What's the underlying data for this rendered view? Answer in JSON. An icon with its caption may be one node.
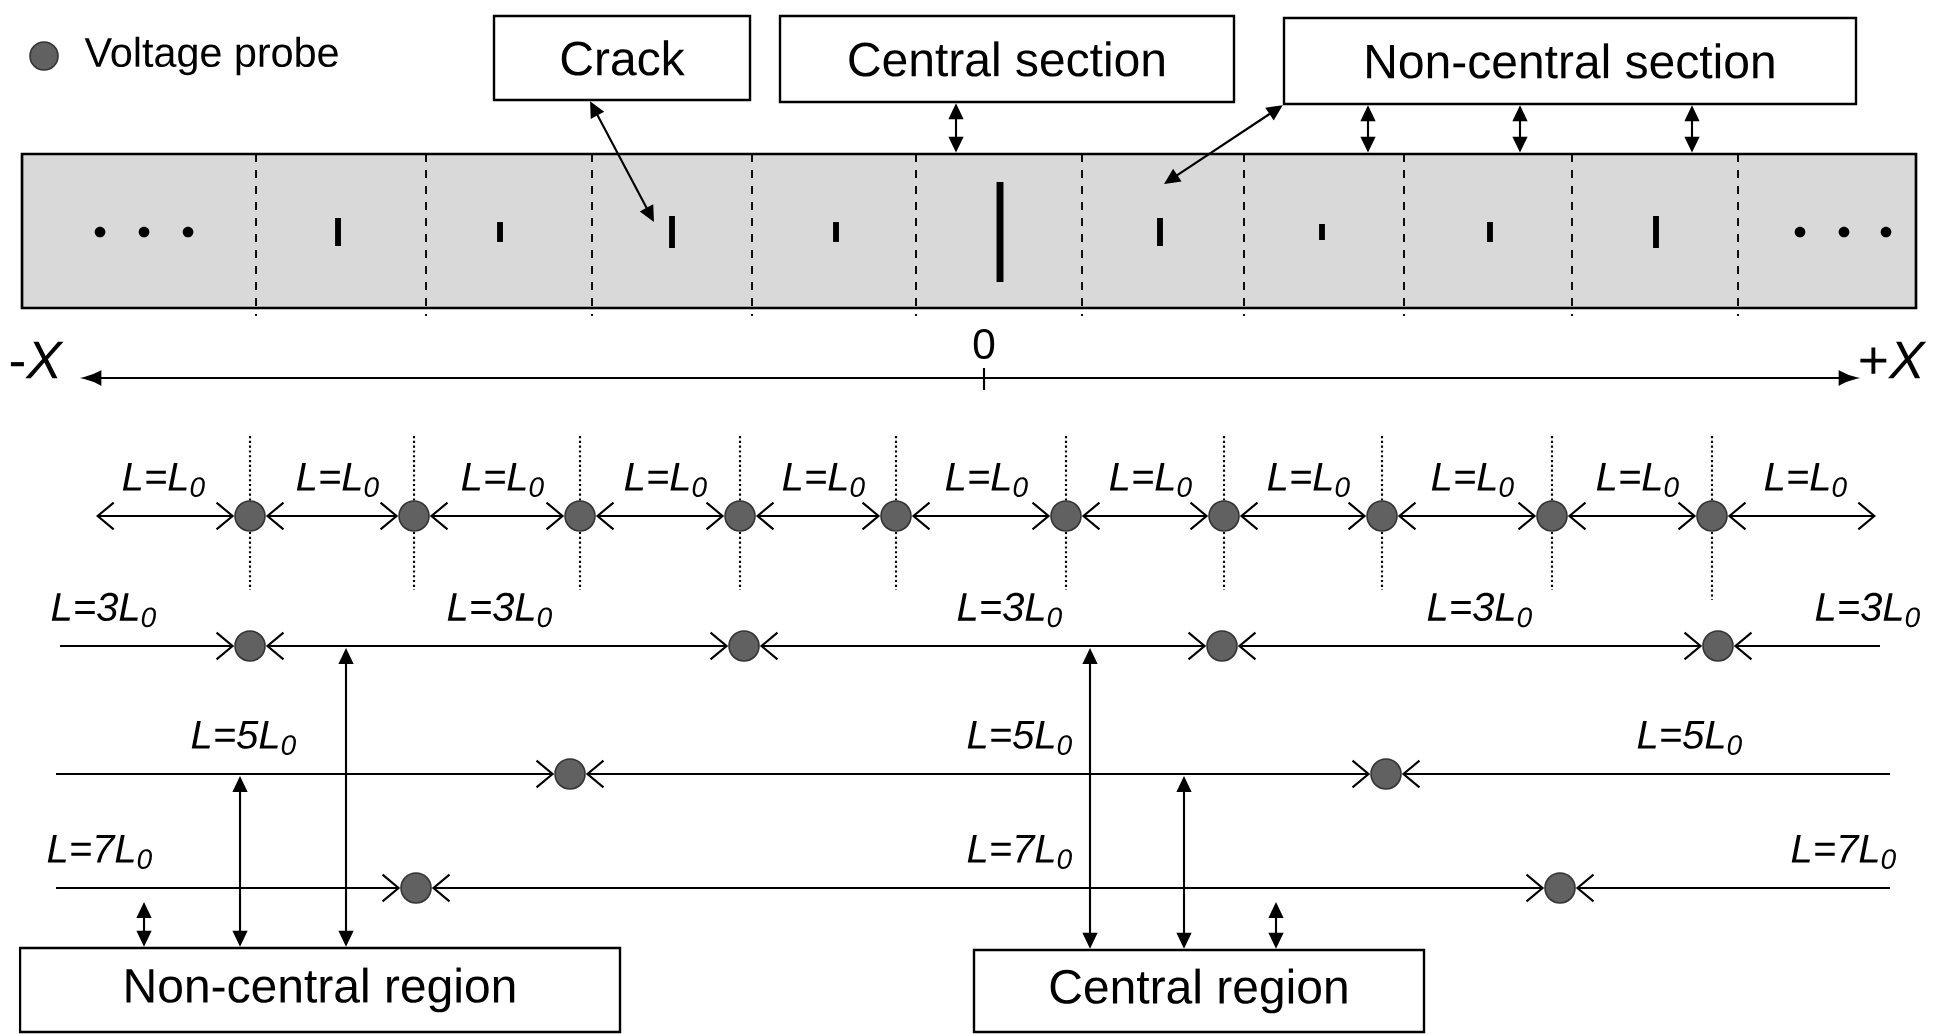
{
  "diagram": {
    "nodes": [
      {
        "text": [
          "Crack"
        ]
      },
      {
        "text": [
          "Central section"
        ]
      },
      {
        "text": [
          "Non-central section"
        ]
      },
      {
        "text": [],
        "shape": "bar"
      },
      {
        "text": [],
        "shape": "circle"
      },
      {
        "text": [],
        "shape": "circle"
      },
      {
        "text": [],
        "shape": "circle"
      },
      {
        "text": [],
        "shape": "circle"
      },
      {
        "text": [],
        "shape": "circle"
      },
      {
        "text": [],
        "shape": "circle"
      },
      {
        "text": [],
        "shape": "circle"
      },
      {
        "text": [],
        "shape": "circle"
      },
      {
        "text": [],
        "shape": "circle"
      },
      {
        "text": [],
        "shape": "circle"
      },
      {
        "text": [],
        "shape": "circle"
      },
      {
        "text": [],
        "shape": "circle"
      },
      {
        "text": [],
        "shape": "circle"
      },
      {
        "text": [],
        "shape": "circle"
      },
      {
        "text": [],
        "shape": "circle"
      },
      {
        "text": [],
        "shape": "circle"
      },
      {
        "text": [],
        "shape": "circle"
      },
      {
        "text": [],
        "shape": "circle"
      },
      {
        "text": [
          "Non-central region"
        ]
      },
      {
        "text": [
          "Central region"
        ]
      }
    ],
    "edges": [
      {
        "from": null,
        "to": 4,
        "arrow": "both",
        "label": "L=L$_{0}$"
      },
      {
        "from": 4,
        "to": 5,
        "arrow": "both",
        "label": "L=L$_{0}$"
      },
      {
        "from": 5,
        "to": 6,
        "arrow": "both",
        "label": "L=L$_{0}$"
      },
      {
        "from": 6,
        "to": 7,
        "arrow": "both",
        "label": "L=L$_{0}$"
      },
      {
        "from": 7,
        "to": 8,
        "arrow": "both",
        "label": "L=L$_{0}$"
      },
      {
        "from": 8,
        "to": 9,
        "arrow": "both",
        "label": "L=L$_{0}$"
      },
      {
        "from": 9,
        "to": 10,
        "arrow": "both",
        "label": "L=L$_{0}$"
      },
      {
        "from": 10,
        "to": 11,
        "arrow": "both",
        "label": "L=L$_{0}$"
      },
      {
        "from": 11,
        "to": 12,
        "arrow": "both",
        "label": "L=L$_{0}$"
      },
      {
        "from": 12,
        "to": 13,
        "arrow": "both",
        "label": "L=L$_{0}$"
      },
      {
        "from": 13,
        "to": null,
        "arrow": "both",
        "label": "L=L$_{0}$"
      },
      {
        "from": null,
        "to": 14,
        "arrow": "to",
        "label": "L=3L$_{0}$"
      },
      {
        "from": 14,
        "to": 15,
        "arrow": "both",
        "label": "L=3L$_{0}$"
      },
      {
        "from": 15,
        "to": 16,
        "arrow": "both",
        "label": "L=3L$_{0}$"
      },
      {
        "from": 16,
        "to": 17,
        "arrow": "both",
        "label": "L=3L$_{0}$"
      },
      {
        "from": null,
        "to": 17,
        "arrow": "to",
        "label": "L=3L$_{0}$"
      },
      {
        "from": null,
        "to": 18,
        "arrow": "to",
        "label": "L=5L$_{0}$"
      },
      {
        "from": 18,
        "to": 19,
        "arrow": "both",
        "label": "L=5L$_{0}$"
      },
      {
        "from": null,
        "to": 19,
        "arrow": "to",
        "label": "L=5L$_{0}$"
      },
      {
        "from": null,
        "to": 20,
        "arrow": "to",
        "label": "L=7L$_{0}$"
      },
      {
        "from": 20,
        "to": 21,
        "arrow": "both",
        "label": "L=7L$_{0}$"
      },
      {
        "from": null,
        "to": 21,
        "arrow": "to",
        "label": "L=7L$_{0}$"
      },
      {
        "from": 0,
        "to": 3,
        "arrow": "both"
      },
      {
        "from": 1,
        "to": 3,
        "arrow": "both"
      },
      {
        "from": 2,
        "to": 3,
        "arrow": "both"
      },
      {
        "from": 2,
        "to": 3,
        "arrow": "both"
      },
      {
        "from": 2,
        "to": 3,
        "arrow": "both"
      },
      {
        "from": 2,
        "to": 3,
        "arrow": "both"
      },
      {
        "from": 22,
        "to": null,
        "arrow": "both"
      },
      {
        "from": 22,
        "to": null,
        "arrow": "both"
      },
      {
        "from": 22,
        "to": null,
        "arrow": "both"
      },
      {
        "from": 23,
        "to": null,
        "arrow": "both"
      },
      {
        "from": 23,
        "to": null,
        "arrow": "both"
      },
      {
        "from": 23,
        "to": null,
        "arrow": "both"
      }
    ],
    "labels": [
      "-*X*",
      "0",
      "+*X*"
    ],
    "legend": [
      {
        "text": "Voltage probe"
      }
    ]
  }
}
